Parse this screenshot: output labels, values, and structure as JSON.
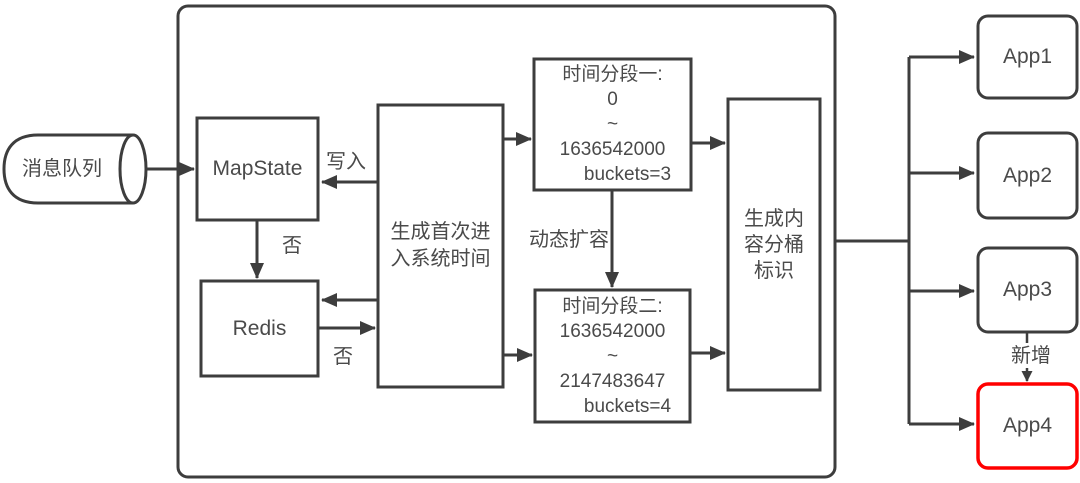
{
  "diagram": {
    "queue": {
      "label": "消息队列"
    },
    "nodes": {
      "mapstate": {
        "label": "MapState"
      },
      "redis": {
        "label": "Redis"
      },
      "gen_first_time": {
        "lines": [
          "生成首次进",
          "入系统时间"
        ]
      },
      "segment1": {
        "lines": [
          "时间分段一:",
          "0",
          "~",
          "1636542000",
          "buckets=3"
        ]
      },
      "segment2": {
        "lines": [
          "时间分段二:",
          "1636542000",
          "~",
          "2147483647",
          "buckets=4"
        ]
      },
      "bucket_id": {
        "lines": [
          "生成内",
          "容分桶",
          "标识"
        ]
      },
      "apps": [
        {
          "label": "App1",
          "highlighted": false
        },
        {
          "label": "App2",
          "highlighted": false
        },
        {
          "label": "App3",
          "highlighted": false
        },
        {
          "label": "App4",
          "highlighted": true
        }
      ]
    },
    "edge_labels": {
      "write_in": "写入",
      "no_from_mapstate": "否",
      "no_from_redis": "否",
      "dynamic_expand": "动态扩容",
      "newly_added": "新增"
    },
    "colors": {
      "line": "#3d3d3d",
      "text": "#4a4a4a",
      "highlight_border": "#ff0000",
      "background": "#ffffff"
    }
  }
}
